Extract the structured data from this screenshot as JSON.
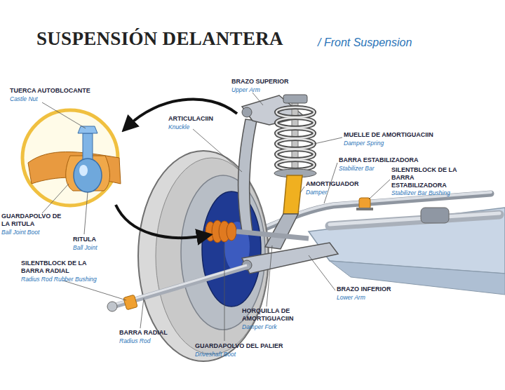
{
  "diagram": {
    "title": "SUSPENSIÓN DELANTERA",
    "labels": [
      "/ Front Suspension",
      "TUERCA AUTOBLOCANTE",
      "Castle Nut",
      "BRAZO SUPERIOR",
      "Upper Arm",
      "ARTICULACIIN",
      "Knuckle",
      "MUELLE DE AMORTIGUACIIN",
      "Damper Spring",
      "BARRA ESTABILIZADORA",
      "Stabilizer Bar",
      "SILENTBLOCK DE LA BARRA ESTABILIZADORA",
      "Stabilizer Bar Bushing",
      "AMORTIGUADOR",
      "Damper",
      "GUARDAPOLVO DE LA RITULA",
      "Ball Joint Boot",
      "RITULA",
      "Ball Joint",
      "SILENTBLOCK DE LA BARRA RADIAL",
      "Radius Rod Rubber Bushing",
      "BRAZO INFERIOR",
      "Lower Arm",
      "HORQUILLA DE AMORTIGUACIIN",
      "Damper Fork",
      "BARRA RADIAL",
      "Radius Rod",
      "GUARDAPOLVO DEL PALIER",
      "Driveshaft Boot"
    ]
  }
}
